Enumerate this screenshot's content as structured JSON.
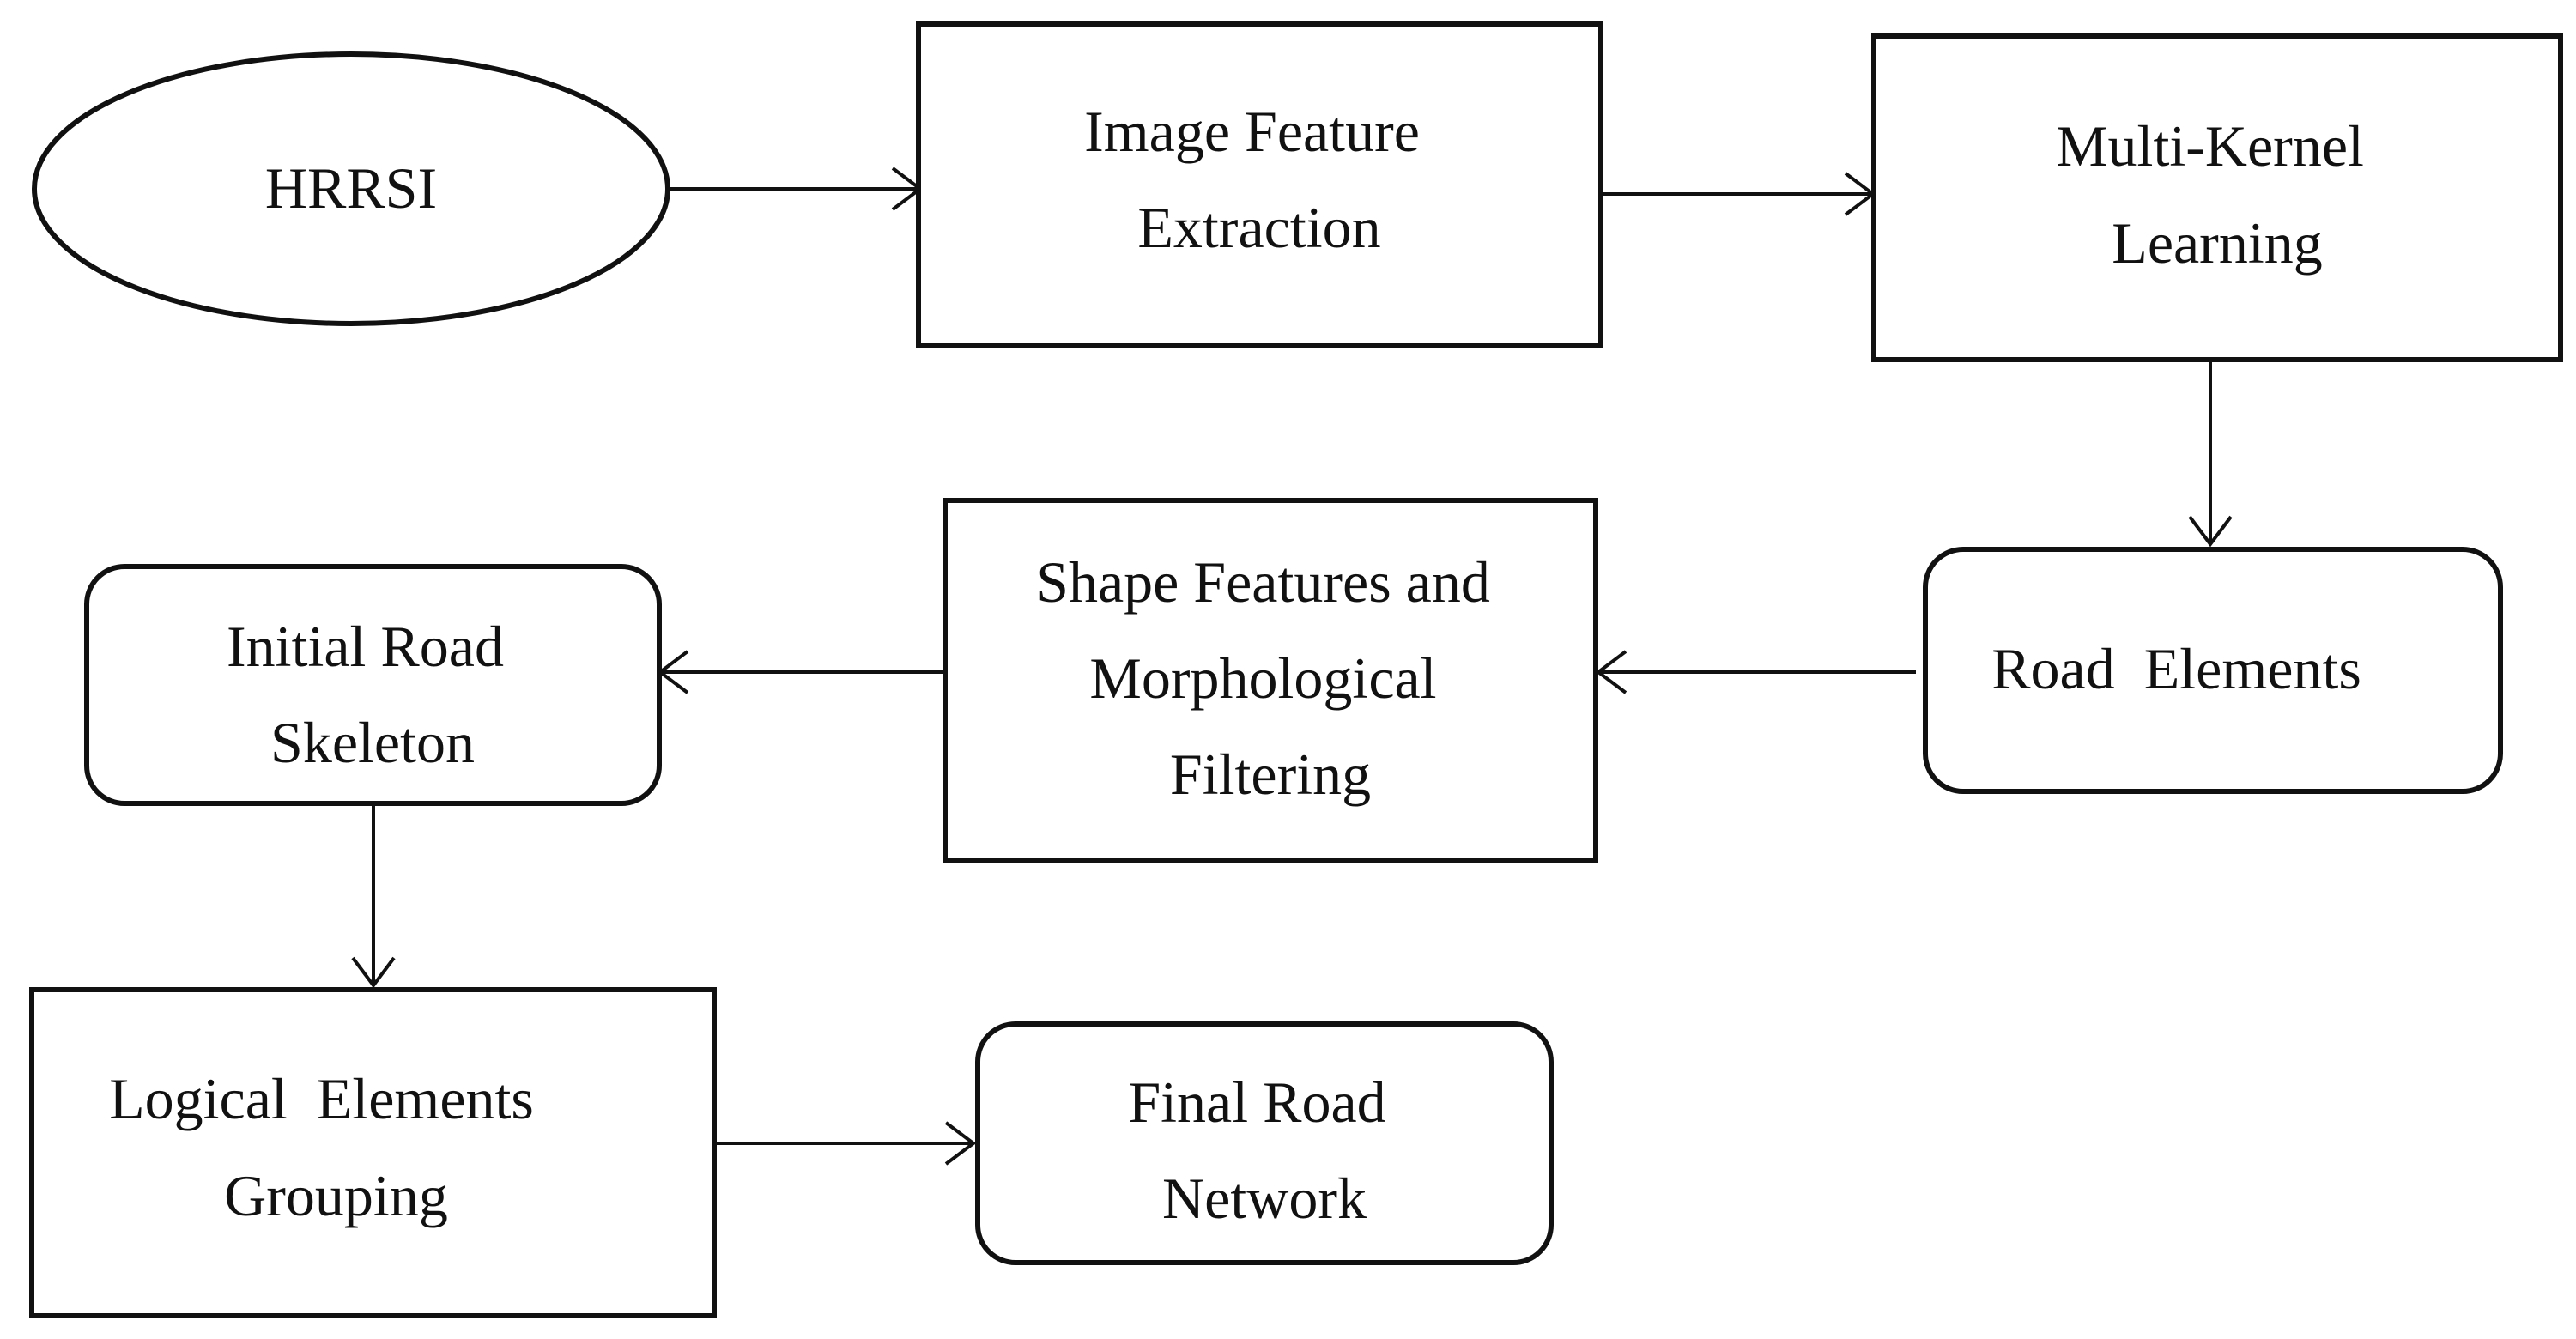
{
  "diagram": {
    "nodes": {
      "hrrsi": {
        "lines": [
          "HRRSI"
        ]
      },
      "image_feature_extraction": {
        "lines": [
          "Image Feature",
          "Extraction"
        ]
      },
      "multi_kernel_learning": {
        "lines": [
          "Multi-Kernel",
          "Learning"
        ]
      },
      "road_elements": {
        "lines": [
          "Road  Elements"
        ]
      },
      "shape_features_filtering": {
        "lines": [
          "Shape Features and",
          "Morphological",
          "Filtering"
        ]
      },
      "initial_road_skeleton": {
        "lines": [
          "Initial Road",
          "Skeleton"
        ]
      },
      "logical_elements_grouping": {
        "lines": [
          "Logical  Elements",
          "Grouping"
        ]
      },
      "final_road_network": {
        "lines": [
          "Final Road",
          "Network"
        ]
      }
    },
    "edges": [
      {
        "from": "hrrsi",
        "to": "image_feature_extraction"
      },
      {
        "from": "image_feature_extraction",
        "to": "multi_kernel_learning"
      },
      {
        "from": "multi_kernel_learning",
        "to": "road_elements"
      },
      {
        "from": "road_elements",
        "to": "shape_features_filtering"
      },
      {
        "from": "shape_features_filtering",
        "to": "initial_road_skeleton"
      },
      {
        "from": "initial_road_skeleton",
        "to": "logical_elements_grouping"
      },
      {
        "from": "logical_elements_grouping",
        "to": "final_road_network"
      }
    ]
  }
}
